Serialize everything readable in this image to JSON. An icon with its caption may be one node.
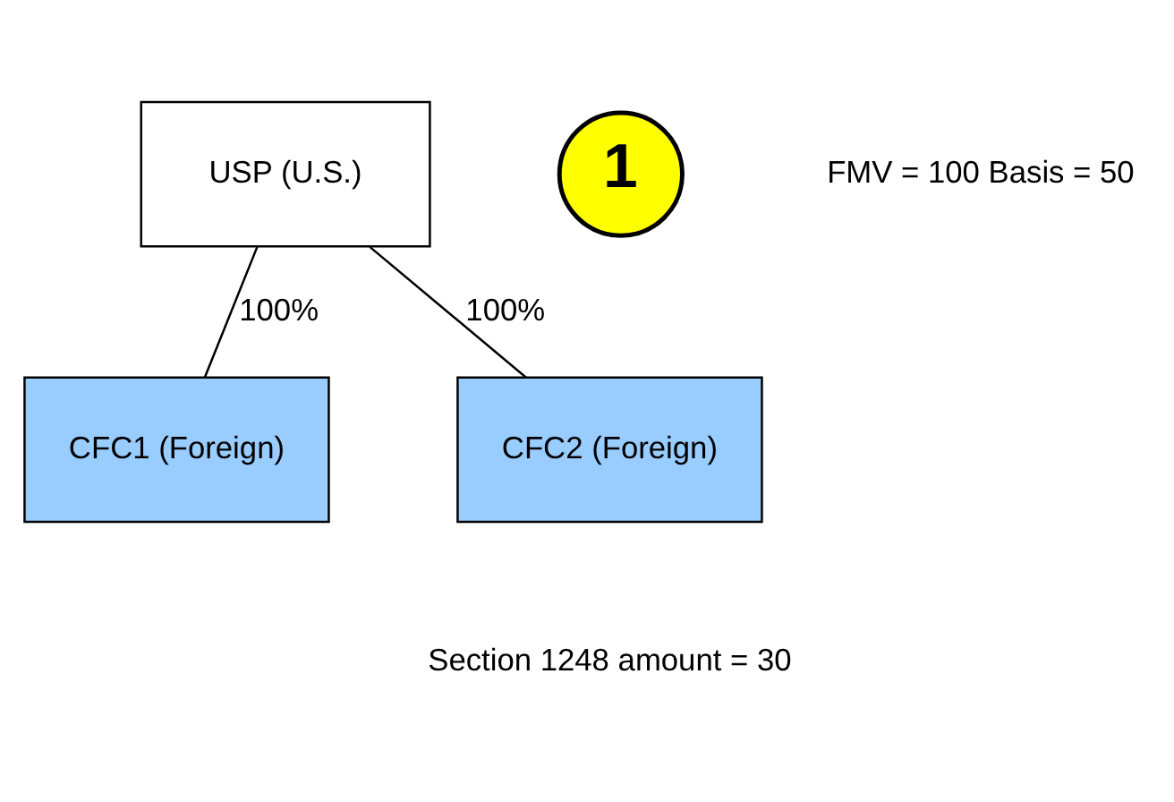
{
  "diagram": {
    "nodes": [
      {
        "text": [
          "USP (U.S.)"
        ]
      },
      {
        "text": [
          "CFC1 (Foreign)"
        ]
      },
      {
        "text": [
          "CFC2 (Foreign)"
        ]
      },
      {
        "text": [
          "1"
        ]
      }
    ],
    "edges": [
      {
        "from": 0,
        "to": 1,
        "arrow": "none",
        "label": "100%"
      },
      {
        "from": 0,
        "to": 2,
        "arrow": "none",
        "label": "100%"
      }
    ],
    "labels": [
      "FMV = 100 Basis = 50",
      "Section 1248 amount = 30"
    ]
  }
}
